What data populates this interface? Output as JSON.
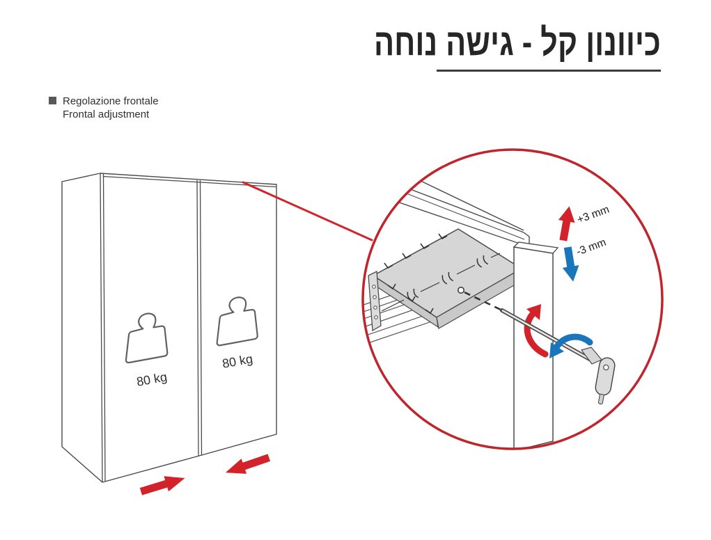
{
  "title": {
    "text": "כיוונון קל - גישה נוחה"
  },
  "legend": {
    "line1": "Regolazione frontale",
    "line2": "Frontal adjustment"
  },
  "wardrobe": {
    "weights": [
      {
        "label": "80 kg"
      },
      {
        "label": "80 kg"
      }
    ]
  },
  "detail": {
    "raise_label": "+3 mm",
    "lower_label": "-3 mm"
  },
  "colors": {
    "red": "#d2232a",
    "blue": "#1b75bb",
    "circle_red": "#c0242c",
    "line_ink": "#4a4a4a",
    "carriage_gray": "#d6d6d6",
    "text_gray": "#303030"
  }
}
